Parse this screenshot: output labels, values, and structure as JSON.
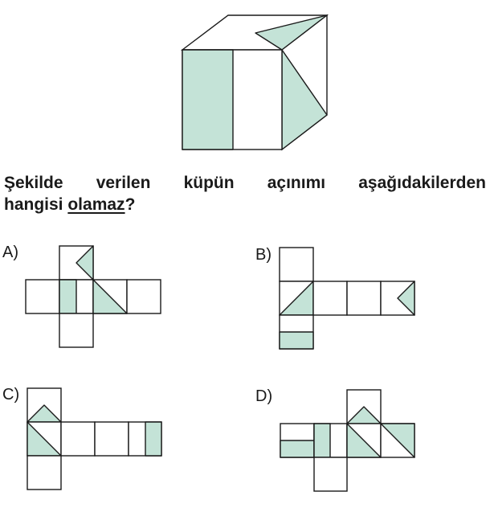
{
  "question": {
    "line1": "Şekilde verilen küpün açınımı aşağıdakilerden",
    "line2_prefix": "hangisi ",
    "line2_underlined": "olamaz",
    "line2_suffix": "?"
  },
  "options": [
    {
      "label": "A)"
    },
    {
      "label": "B)"
    },
    {
      "label": "C)"
    },
    {
      "label": "D)"
    }
  ],
  "colors": {
    "shade": "#c4e3d7",
    "line": "#1a1a1a"
  }
}
